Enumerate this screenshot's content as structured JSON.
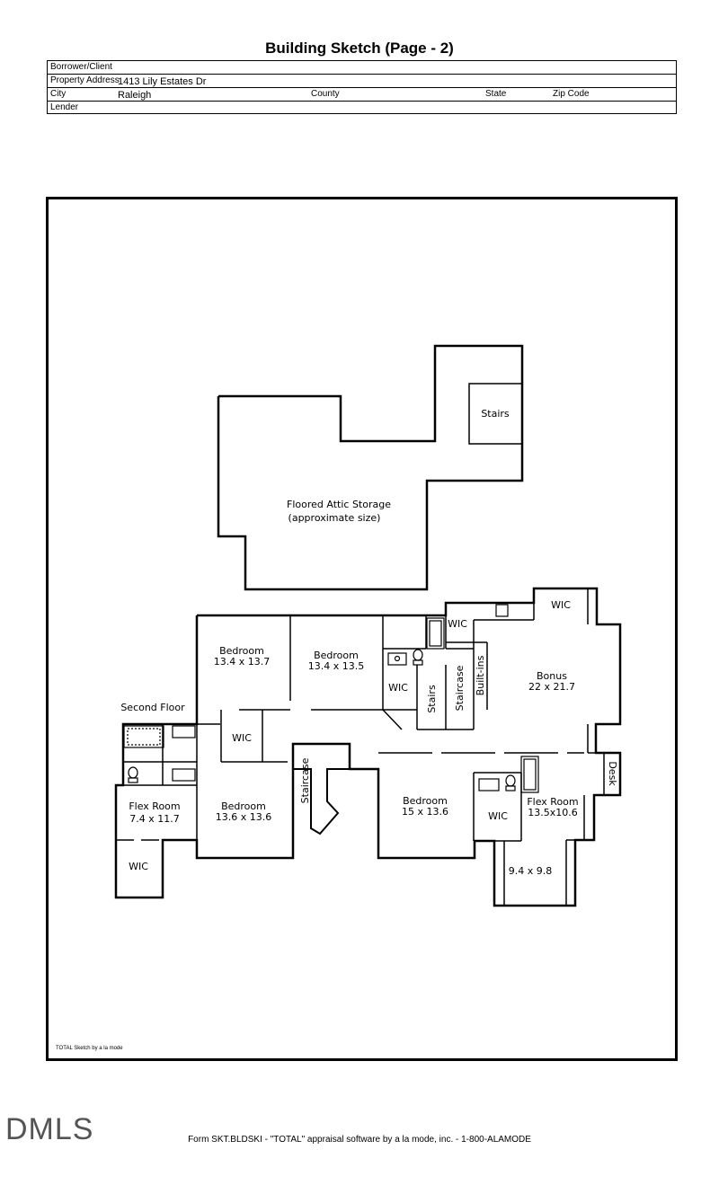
{
  "header": {
    "title": "Building Sketch (Page - 2)"
  },
  "info": {
    "borrower_label": "Borrower/Client",
    "address_label": "Property Address",
    "address_value": "1413 Lily Estates Dr",
    "city_label": "City",
    "city_value": "Raleigh",
    "county_label": "County",
    "state_label": "State",
    "zip_label": "Zip Code",
    "lender_label": "Lender"
  },
  "plan": {
    "attic_line1": "Floored Attic Storage",
    "attic_line2": "(approximate size)",
    "stairs_top": "Stairs",
    "second_floor": "Second Floor",
    "bed1_name": "Bedroom",
    "bed1_size": "13.4 x 13.7",
    "bed2_name": "Bedroom",
    "bed2_size": "13.4 x 13.5",
    "bed3_name": "Bedroom",
    "bed3_size": "13.6 x 13.6",
    "bed4_name": "Bedroom",
    "bed4_size": "15 x 13.6",
    "bonus_name": "Bonus",
    "bonus_size": "22 x 21.7",
    "flex1_name": "Flex Room",
    "flex1_size": "7.4 x 11.7",
    "flex2_name": "Flex Room",
    "flex2_size": "13.5x10.6",
    "room_small_size": "9.4 x 9.8",
    "wic_1": "WIC",
    "wic_2": "WIC",
    "wic_3": "WIC",
    "wic_4": "WIC",
    "wic_5": "WIC",
    "wic_6": "WIC",
    "stairs_mid": "Stairs",
    "staircase_1": "Staircase",
    "staircase_2": "Staircase",
    "builtins": "Built-ins",
    "desk": "Desk",
    "credit": "TOTAL Sketch by a la mode"
  },
  "footer": {
    "watermark": "DMLS",
    "text": "Form SKT.BLDSKI - \"TOTAL\" appraisal software by a la mode, inc. - 1-800-ALAMODE"
  }
}
